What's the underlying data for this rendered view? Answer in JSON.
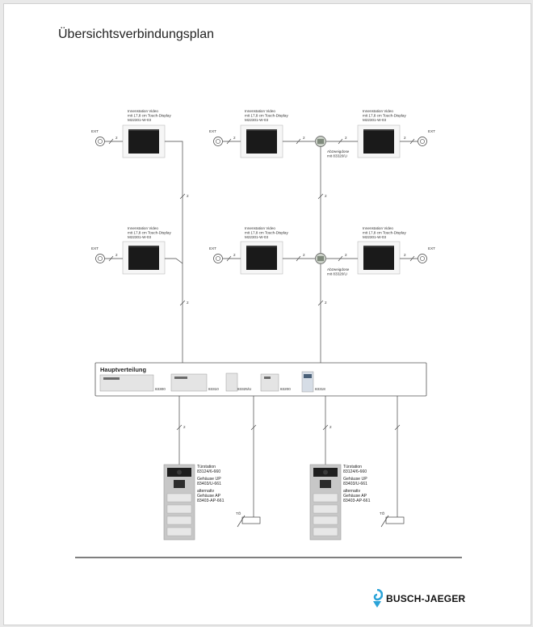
{
  "page": {
    "title": "Übersichtsverbindungsplan",
    "brand": "BUSCH-JAEGER"
  },
  "monitors": [
    {
      "line1": "Innenstation Video",
      "line2": "mit 17,8 cm Touch-Display",
      "line3": "M22301-W-03"
    },
    {
      "line1": "Innenstation Video",
      "line2": "mit 17,8 cm Touch-Display",
      "line3": "M22301-W-03"
    },
    {
      "line1": "Innenstation Video",
      "line2": "mit 17,8 cm Touch-Display",
      "line3": "M22301-W-03"
    },
    {
      "line1": "Innenstation Video",
      "line2": "mit 17,8 cm Touch-Display",
      "line3": "M22301-W-03"
    },
    {
      "line1": "Innenstation Video",
      "line2": "mit 17,8 cm Touch-Display",
      "line3": "M22301-W-03"
    },
    {
      "line1": "Innenstation Video",
      "line2": "mit 17,8 cm Touch-Display",
      "line3": "M22301-W-03"
    }
  ],
  "ext_label": "EXT",
  "wire_label": "2",
  "distributors": [
    {
      "line1": "Abzweigdose",
      "line2": "mit 83320/U"
    },
    {
      "line1": "Abzweigdose",
      "line2": "mit 83320/U"
    }
  ],
  "hauptverteilung": {
    "title": "Hauptverteilung",
    "devices": [
      "83300",
      "83310",
      "83325/U",
      "83200",
      "83318"
    ]
  },
  "door_stations": [
    {
      "line1": "Türstation",
      "line2": "83124/6-660",
      "line3": "Gehäuse UP",
      "line4": "83403/U-661",
      "line5": "alternativ",
      "line6": "Gehäuse AP",
      "line7": "83403-AP-661"
    },
    {
      "line1": "Türstation",
      "line2": "83124/6-660",
      "line3": "Gehäuse UP",
      "line4": "83403/U-661",
      "line5": "alternativ",
      "line6": "Gehäuse AP",
      "line7": "83403-AP-661"
    }
  ],
  "door_opener_label": "TÖ",
  "colors": {
    "brand_blue": "#2aa3d8",
    "screen": "#1a1a1a"
  }
}
